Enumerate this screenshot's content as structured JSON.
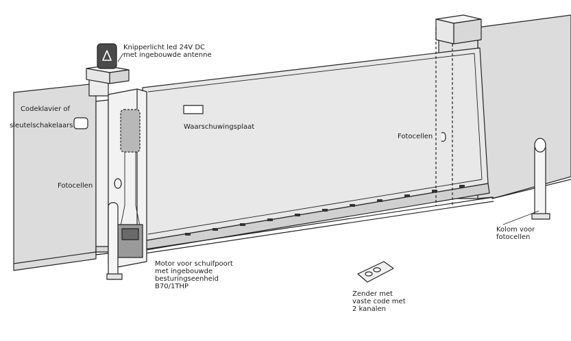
{
  "labels": {
    "flashlight": "Knipperlicht led 24V DC\nmet ingebouwde antenne",
    "keypad_line1": "Codeklavier of",
    "keypad_line2": "sleutelschakelaars",
    "warning_plate": "Waarschuwingsplaat",
    "photocells_right": "Fotocellen",
    "photocells_left": "Fotocellen",
    "column": "Kolom voor\nfotocellen",
    "motor": "Motor voor schuifpoort\nmet ingebouwde\nbesturingseenheid\nB70/1THP",
    "transmitter": "Zender met\nvaste code met\n2 kanalen"
  },
  "colors": {
    "wall": "#dcdcdc",
    "gate": "#e8e8e8",
    "line": "#222222"
  }
}
